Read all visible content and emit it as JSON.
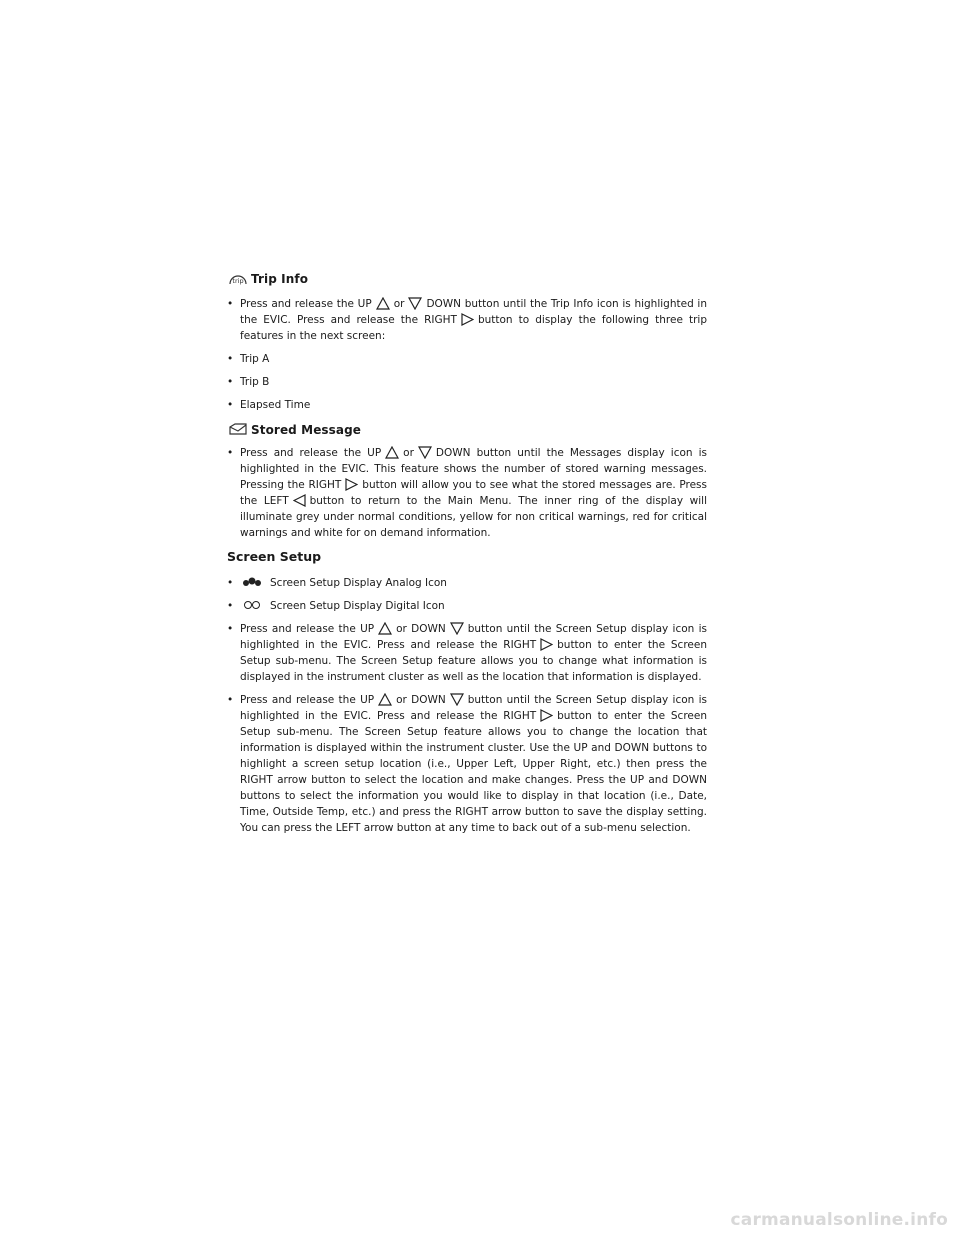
{
  "trip_info": {
    "icon": "trip-icon",
    "icon_text": "trip",
    "heading": "Trip Info",
    "bullet1": {
      "a": "Press and release the UP",
      "b": "or",
      "c": "DOWN button until the Trip Info icon is highlighted in the EVIC. Press and release the RIGHT",
      "d": "button to display the following three trip features in the next screen:"
    },
    "items": [
      "Trip A",
      "Trip B",
      "Elapsed Time"
    ]
  },
  "stored_message": {
    "icon": "message-icon",
    "heading": "Stored Message",
    "bullet": {
      "a": "Press and release the UP",
      "b": "or",
      "c": "DOWN button until the Messages display icon is highlighted in the EVIC. This feature shows the number of stored warning messages. Pressing the RIGHT",
      "d": "button will allow you to see what the stored messages are. Press the LEFT",
      "e": "button to return to the Main Menu. The inner ring of the display will illuminate grey under normal conditions, yellow for non critical warnings, red for critical warnings and white for on demand information."
    }
  },
  "screen_setup": {
    "heading": "Screen Setup",
    "analog_icon_label": "Screen Setup Display Analog Icon",
    "digital_icon_label": "Screen Setup Display Digital Icon",
    "bullet1": {
      "a": "Press and release the UP",
      "b": "or DOWN",
      "c": "button until the Screen Setup display icon is highlighted in the EVIC. Press and release the RIGHT",
      "d": "button to enter the Screen Setup sub-menu. The Screen Setup feature allows you to change what information is displayed in the instrument cluster as well as the location that information is displayed."
    },
    "bullet2": {
      "a": "Press and release the UP",
      "b": "or DOWN",
      "c": "button until the Screen Setup display icon is highlighted in the EVIC. Press and release the RIGHT",
      "d": "button to enter the Screen Setup sub-menu. The Screen Setup feature allows you to change the location that information is displayed within the instrument cluster. Use the UP and DOWN buttons to highlight a screen setup location (i.e., Upper Left, Upper Right, etc.) then press the RIGHT arrow button to select the location and make changes. Press the UP and DOWN buttons to select the information you would like to display in that location (i.e., Date, Time, Outside Temp, etc.) and press the RIGHT arrow button to save the display setting. You can press the LEFT arrow button at any time to back out of a sub-menu selection."
    }
  },
  "bullet_char": "•",
  "watermark": "carmanualsonline.info"
}
